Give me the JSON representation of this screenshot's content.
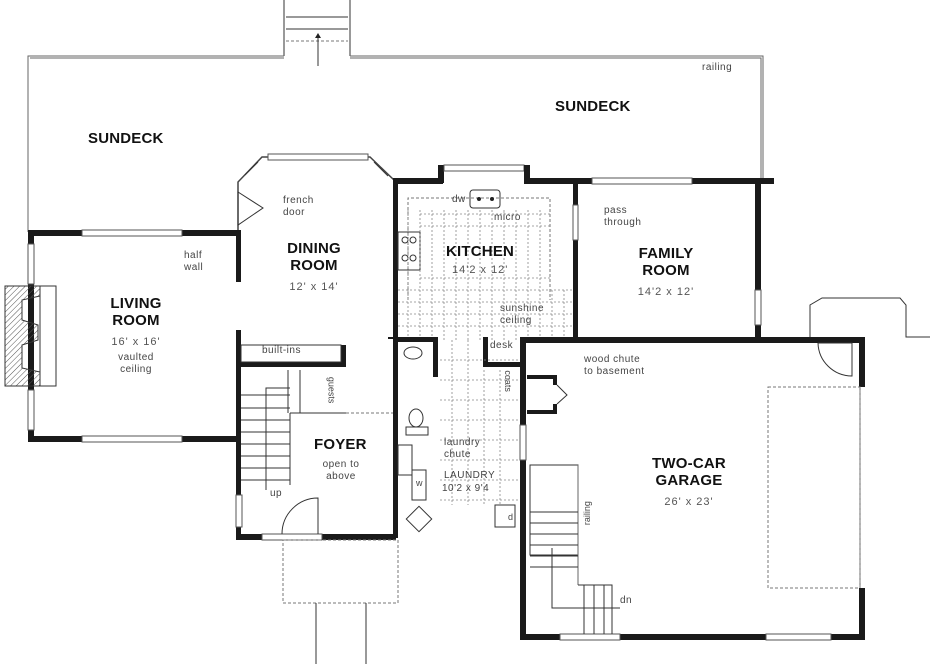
{
  "plan": {
    "rooms": {
      "sundeck_left": {
        "name": "SUNDECK"
      },
      "sundeck_right": {
        "name": "SUNDECK"
      },
      "living": {
        "name_line1": "LIVING",
        "name_line2": "ROOM",
        "dims": "16' x 16'",
        "note1": "vaulted",
        "note2": "ceiling"
      },
      "dining": {
        "name_line1": "DINING",
        "name_line2": "ROOM",
        "dims": "12' x 14'"
      },
      "kitchen": {
        "name": "KITCHEN",
        "dims": "14'2 x 12'"
      },
      "family": {
        "name_line1": "FAMILY",
        "name_line2": "ROOM",
        "dims": "14'2 x 12'"
      },
      "foyer": {
        "name": "FOYER",
        "note1": "open to",
        "note2": "above"
      },
      "laundry": {
        "name": "LAUNDRY",
        "dims": "10'2 x 9'4"
      },
      "garage": {
        "name_line1": "TWO-CAR",
        "name_line2": "GARAGE",
        "dims": "26' x 23'"
      }
    },
    "annotations": {
      "railing_top": "railing",
      "railing_garage": "railing",
      "french_door_1": "french",
      "french_door_2": "door",
      "half_wall_1": "half",
      "half_wall_2": "wall",
      "pass_through_1": "pass",
      "pass_through_2": "through",
      "sunshine_1": "sunshine",
      "sunshine_2": "ceiling",
      "micro": "micro",
      "dw": "dw",
      "desk": "desk",
      "built_ins": "built-ins",
      "guests": "guests",
      "coats": "coats",
      "laundry_chute_1": "laundry",
      "laundry_chute_2": "chute",
      "wood_chute_1": "wood chute",
      "wood_chute_2": "to basement",
      "up": "up",
      "dn": "dn",
      "washer": "w",
      "dryer": "d"
    }
  }
}
